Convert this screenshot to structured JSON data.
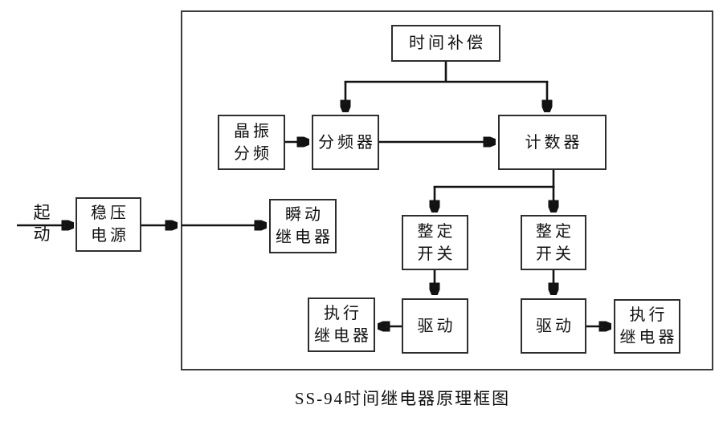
{
  "diagram": {
    "caption": "SS-94时间继电器原理框图",
    "input": {
      "line1": "起",
      "line2": "动"
    },
    "nodes": {
      "time_compensation": {
        "label": "时间补偿"
      },
      "crystal_divider": {
        "line1": "晶振",
        "line2": "分频"
      },
      "frequency_divider": {
        "label": "分频器"
      },
      "counter": {
        "label": "计数器"
      },
      "power_supply": {
        "line1": "稳压",
        "line2": "电源"
      },
      "instant_relay": {
        "line1": "瞬动",
        "line2": "继电器"
      },
      "setting_switch": {
        "line1": "整定",
        "line2": "开关"
      },
      "drive": {
        "label": "驱动"
      },
      "exec_relay": {
        "line1": "执行",
        "line2": "继电器"
      }
    },
    "colors": {
      "background": "#ffffff",
      "line": "#121212",
      "box_border": "#2e2e2e",
      "frame_border": "#3d3d3d",
      "text": "#111111"
    }
  }
}
